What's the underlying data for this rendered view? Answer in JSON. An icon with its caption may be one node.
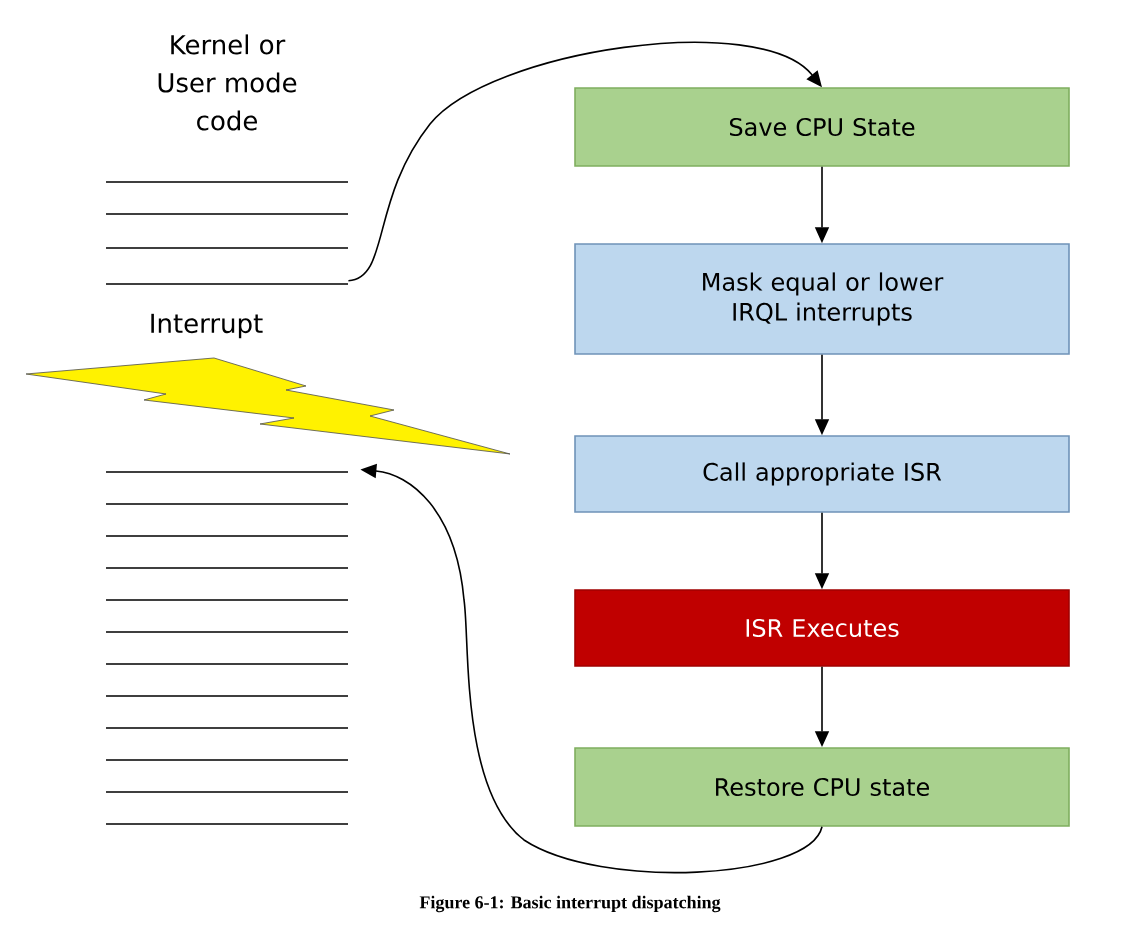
{
  "diagram": {
    "caption": "Figure 6-1: Basic interrupt dispatching",
    "nodes": [
      {
        "text": [
          "Kernel or User mode code"
        ]
      },
      {
        "text": [
          "Save CPU State"
        ]
      },
      {
        "text": [
          "Mask equal or lower IRQL interrupts"
        ]
      },
      {
        "text": [
          "Call appropriate ISR"
        ]
      },
      {
        "text": [
          "ISR Executes"
        ]
      },
      {
        "text": [
          "Restore CPU state"
        ]
      },
      {
        "text": [],
        "shape": "lines"
      }
    ],
    "edges": [
      {
        "from": 0,
        "to": 1,
        "arrow": "to"
      },
      {
        "from": 1,
        "to": 2,
        "arrow": "to"
      },
      {
        "from": 2,
        "to": 3,
        "arrow": "to"
      },
      {
        "from": 3,
        "to": 4,
        "arrow": "to"
      },
      {
        "from": 4,
        "to": 5,
        "arrow": "to"
      },
      {
        "from": 5,
        "to": 6,
        "arrow": "to"
      }
    ],
    "labels": [
      "Interrupt"
    ]
  }
}
